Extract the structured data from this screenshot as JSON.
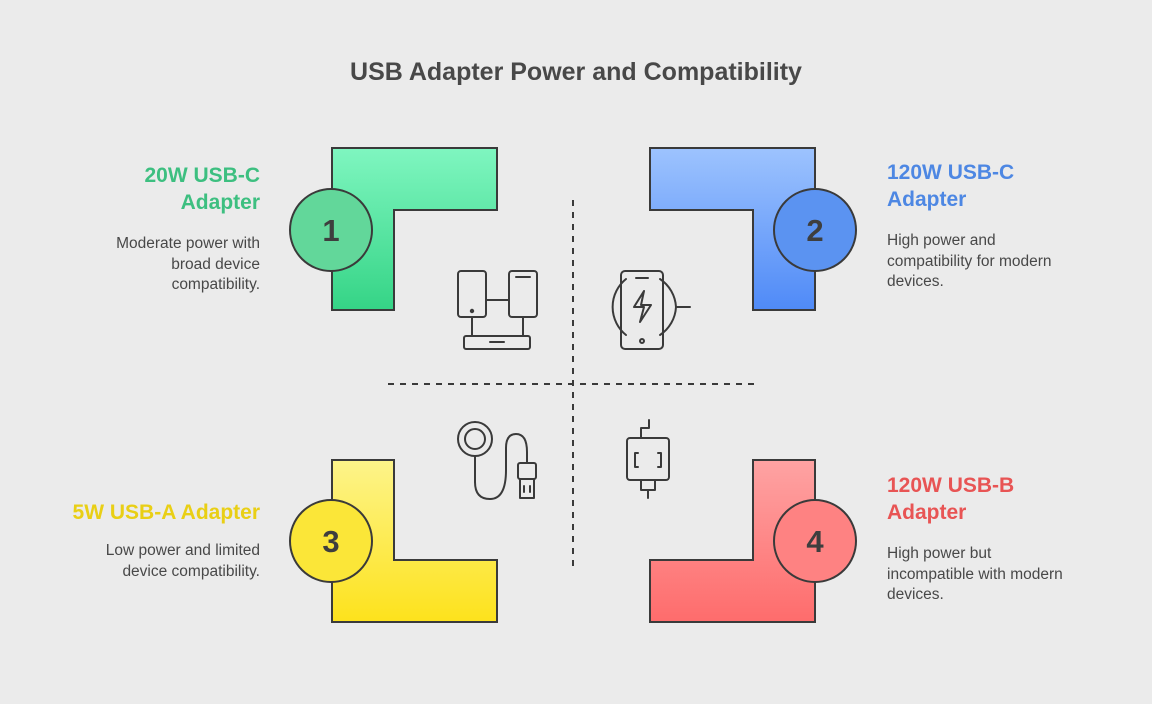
{
  "title": "USB Adapter Power and Compatibility",
  "quadrants": [
    {
      "number": "1",
      "title_line1": "20W USB-C",
      "title_line2": "Adapter",
      "description": [
        "Moderate power with",
        "broad device",
        "compatibility."
      ],
      "color": "#3dcb86",
      "icon": "phones-laptop-icon"
    },
    {
      "number": "2",
      "title_line1": "120W USB-C",
      "title_line2": "Adapter",
      "description": [
        "High power and",
        "compatibility for modern",
        "devices."
      ],
      "color": "#5a8ff0",
      "icon": "wireless-charging-phone-icon"
    },
    {
      "number": "3",
      "title_line1": "5W USB-A Adapter",
      "description": [
        "Low power and limited",
        "device compatibility."
      ],
      "color": "#f3dc1c",
      "icon": "wireless-charger-cable-icon"
    },
    {
      "number": "4",
      "title_line1": "120W USB-B",
      "title_line2": "Adapter",
      "description": [
        "High power but",
        "incompatible with modern",
        "devices."
      ],
      "color": "#ff6b6b",
      "icon": "plug-adapter-icon"
    }
  ],
  "colors": {
    "background": "#ebebeb",
    "q1_text": "#3dbf80",
    "q2_text": "#4d87e3",
    "q3_text": "#e9cf15",
    "q4_text": "#e85454",
    "number_text": "#3e3e3e"
  }
}
